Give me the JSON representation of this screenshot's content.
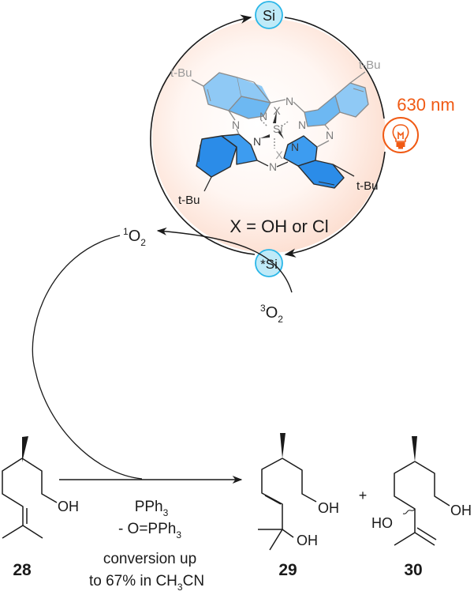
{
  "catalyst_cycle": {
    "ground_state_label": "Si",
    "excited_state_label": "*Si",
    "substituent_condition": "X = OH or Cl",
    "light": {
      "wavelength": "630 nm",
      "icon": "lightbulb-icon"
    },
    "phthalocyanine": {
      "center_atom": "Si",
      "axial_ligand": "X",
      "nitrogen": "N",
      "tbu_label": "t-Bu"
    }
  },
  "oxygen_cycle": {
    "singlet": {
      "sup": "1",
      "base": "O",
      "sub": "2"
    },
    "triplet": {
      "sup": "3",
      "base": "O",
      "sub": "2"
    }
  },
  "reaction": {
    "reagent_line1": {
      "text": "PPh",
      "sub": "3"
    },
    "reagent_line2": {
      "text": "- O=PPh",
      "sub": "3"
    },
    "condition_line1": "conversion up",
    "condition_line2": {
      "pre": "to 67% in CH",
      "sub": "3",
      "post": "CN"
    },
    "plus": "+"
  },
  "compounds": [
    {
      "id": "28",
      "groups": [
        "OH"
      ]
    },
    {
      "id": "29",
      "groups": [
        "OH",
        "OH"
      ]
    },
    {
      "id": "30",
      "groups": [
        "OH",
        "HO"
      ]
    }
  ],
  "colors": {
    "circle_fill_center": "#ffffff",
    "circle_fill_edge": "#fde3d8",
    "badge_fill": "#bfeaf8",
    "badge_stroke": "#29b6e8",
    "light_orange": "#f05a14",
    "ring_light": "#8fc9f5",
    "ring_dark": "#2b8ce8",
    "gray_text": "#9a9a9a"
  }
}
